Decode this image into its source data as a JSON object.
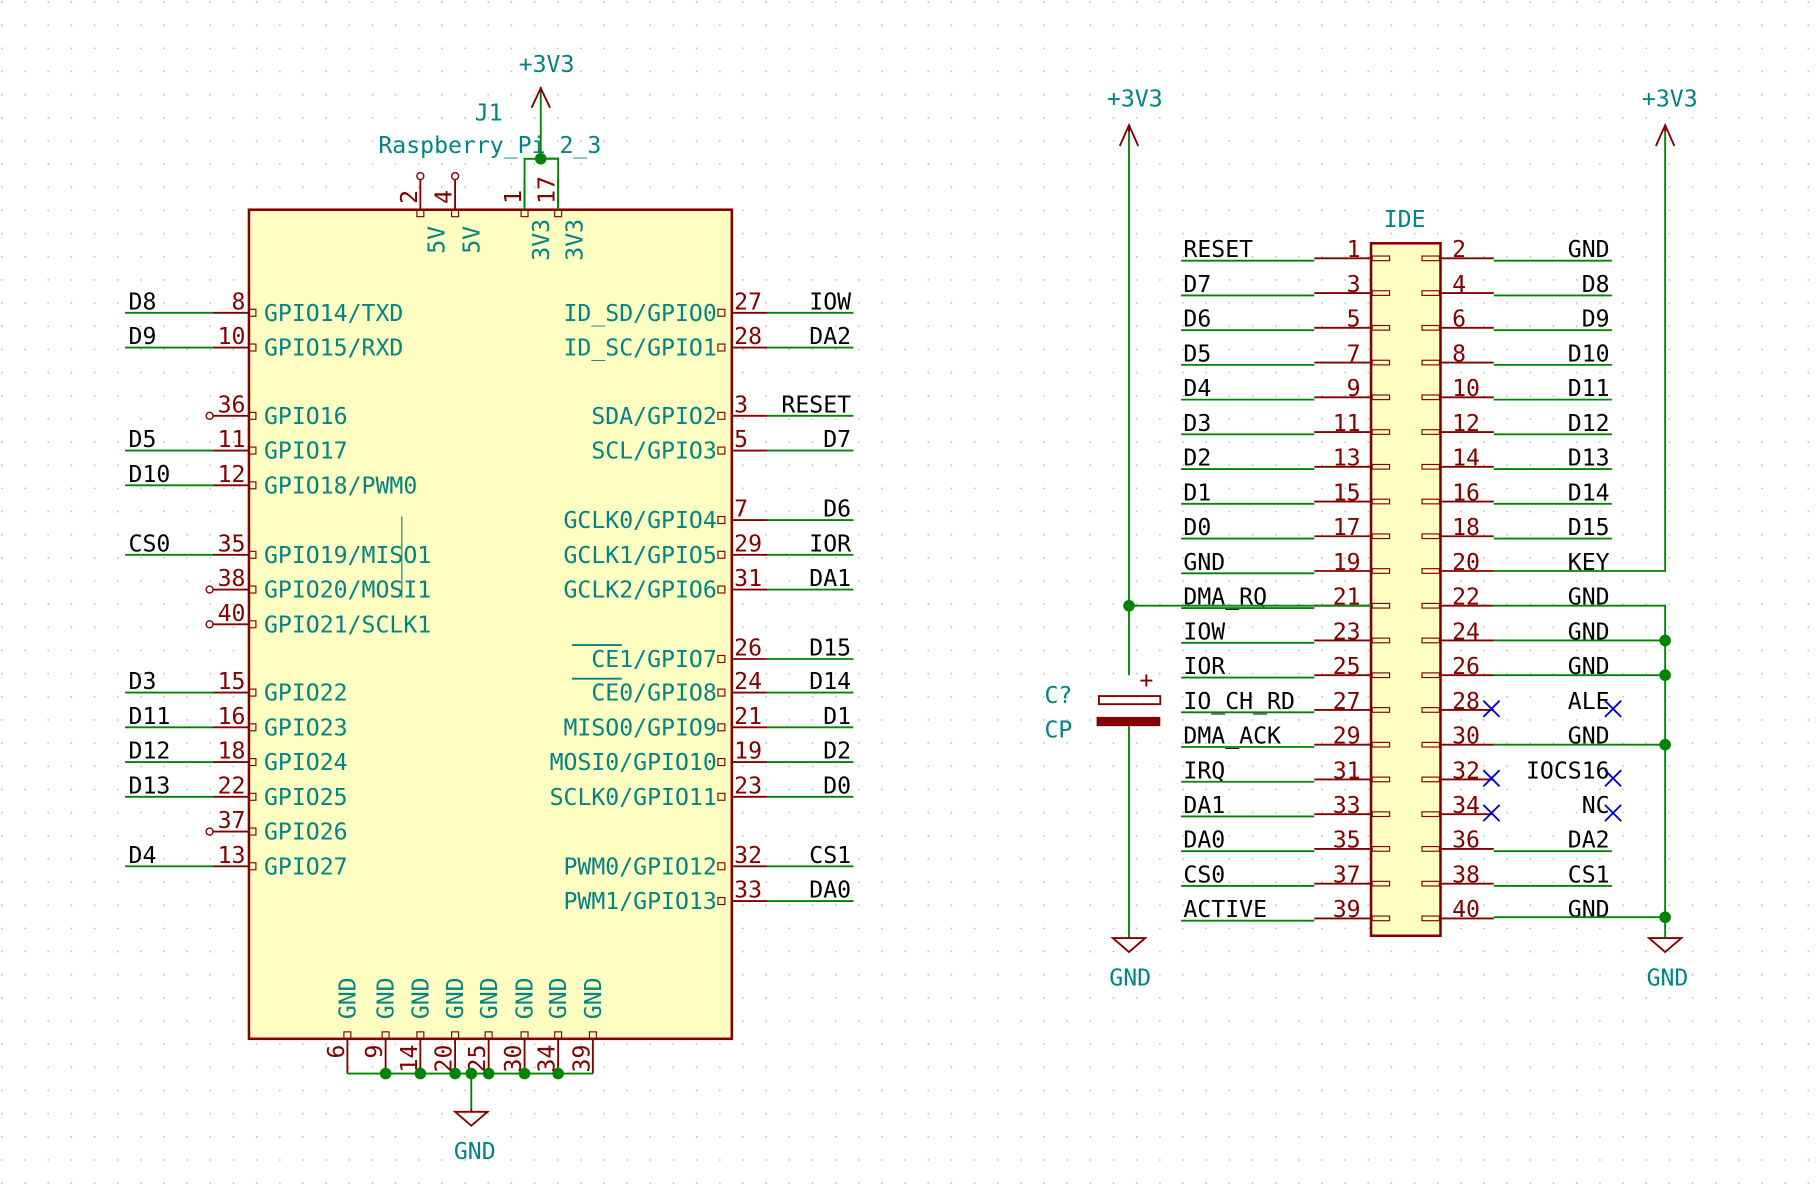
{
  "colors": {
    "background": "#ffffff",
    "grid_dot": "#b8b8b8",
    "symbol_outline": "#840000",
    "symbol_fill": "#ffffc2",
    "wire": "#008400",
    "junction": "#008400",
    "pin_number": "#840000",
    "pin_name": "#008484",
    "power_label": "#008484",
    "net_label": "#000000",
    "no_connect": "#0000c8"
  },
  "rpi": {
    "reference": "J1",
    "value": "Raspberry_Pi_2_3",
    "left_pins": [
      {
        "num": "8",
        "name": "GPIO14/TXD",
        "net": "D8"
      },
      {
        "num": "10",
        "name": "GPIO15/RXD",
        "net": "D9"
      },
      {
        "num": "36",
        "name": "GPIO16",
        "net": ""
      },
      {
        "num": "11",
        "name": "GPIO17",
        "net": "D5"
      },
      {
        "num": "12",
        "name": "GPIO18/PWM0",
        "net": "D10"
      },
      {
        "num": "35",
        "name": "GPIO19/MISO1",
        "net": "CS0"
      },
      {
        "num": "38",
        "name": "GPIO20/MOSI1",
        "net": ""
      },
      {
        "num": "40",
        "name": "GPIO21/SCLK1",
        "net": ""
      },
      {
        "num": "15",
        "name": "GPIO22",
        "net": "D3"
      },
      {
        "num": "16",
        "name": "GPIO23",
        "net": "D11"
      },
      {
        "num": "18",
        "name": "GPIO24",
        "net": "D12"
      },
      {
        "num": "22",
        "name": "GPIO25",
        "net": "D13"
      },
      {
        "num": "37",
        "name": "GPIO26",
        "net": ""
      },
      {
        "num": "13",
        "name": "GPIO27",
        "net": "D4"
      }
    ],
    "right_pins": [
      {
        "num": "27",
        "name": "ID_SD/GPIO0",
        "net": "IOW"
      },
      {
        "num": "28",
        "name": "ID_SC/GPIO1",
        "net": "DA2"
      },
      {
        "num": "3",
        "name": "SDA/GPIO2",
        "net": "RESET"
      },
      {
        "num": "5",
        "name": "SCL/GPIO3",
        "net": "D7"
      },
      {
        "num": "7",
        "name": "GCLK0/GPIO4",
        "net": "D6"
      },
      {
        "num": "29",
        "name": "GCLK1/GPIO5",
        "net": "IOR"
      },
      {
        "num": "31",
        "name": "GCLK2/GPIO6",
        "net": "DA1"
      },
      {
        "num": "26",
        "name": "CE1/GPIO7",
        "net": "D15"
      },
      {
        "num": "24",
        "name": "CE0/GPIO8",
        "net": "D14"
      },
      {
        "num": "21",
        "name": "MISO0/GPIO9",
        "net": "D1"
      },
      {
        "num": "19",
        "name": "MOSI0/GPIO10",
        "net": "D2"
      },
      {
        "num": "23",
        "name": "SCLK0/GPIO11",
        "net": "D0"
      },
      {
        "num": "32",
        "name": "PWM0/GPIO12",
        "net": "CS1"
      },
      {
        "num": "33",
        "name": "PWM1/GPIO13",
        "net": "DA0"
      }
    ],
    "top_pins": [
      {
        "num": "2",
        "name": "5V"
      },
      {
        "num": "4",
        "name": "5V"
      },
      {
        "num": "1",
        "name": "3V3"
      },
      {
        "num": "17",
        "name": "3V3"
      }
    ],
    "bottom_pins": [
      {
        "num": "6",
        "name": "GND"
      },
      {
        "num": "9",
        "name": "GND"
      },
      {
        "num": "14",
        "name": "GND"
      },
      {
        "num": "20",
        "name": "GND"
      },
      {
        "num": "25",
        "name": "GND"
      },
      {
        "num": "30",
        "name": "GND"
      },
      {
        "num": "34",
        "name": "GND"
      },
      {
        "num": "39",
        "name": "GND"
      }
    ]
  },
  "ide": {
    "value": "IDE",
    "rows": [
      {
        "ln": "RESET",
        "lp": "1",
        "rp": "2",
        "rn": "GND"
      },
      {
        "ln": "D7",
        "lp": "3",
        "rp": "4",
        "rn": "D8"
      },
      {
        "ln": "D6",
        "lp": "5",
        "rp": "6",
        "rn": "D9"
      },
      {
        "ln": "D5",
        "lp": "7",
        "rp": "8",
        "rn": "D10"
      },
      {
        "ln": "D4",
        "lp": "9",
        "rp": "10",
        "rn": "D11"
      },
      {
        "ln": "D3",
        "lp": "11",
        "rp": "12",
        "rn": "D12"
      },
      {
        "ln": "D2",
        "lp": "13",
        "rp": "14",
        "rn": "D13"
      },
      {
        "ln": "D1",
        "lp": "15",
        "rp": "16",
        "rn": "D14"
      },
      {
        "ln": "D0",
        "lp": "17",
        "rp": "18",
        "rn": "D15"
      },
      {
        "ln": "GND",
        "lp": "19",
        "rp": "20",
        "rn": "KEY"
      },
      {
        "ln": "DMA_RQ",
        "lp": "21",
        "rp": "22",
        "rn": "GND"
      },
      {
        "ln": "IOW",
        "lp": "23",
        "rp": "24",
        "rn": "GND"
      },
      {
        "ln": "IOR",
        "lp": "25",
        "rp": "26",
        "rn": "GND"
      },
      {
        "ln": "IO_CH_RD",
        "lp": "27",
        "rp": "28",
        "rn": "ALE"
      },
      {
        "ln": "DMA_ACK",
        "lp": "29",
        "rp": "30",
        "rn": "GND"
      },
      {
        "ln": "IRQ",
        "lp": "31",
        "rp": "32",
        "rn": "IOCS16"
      },
      {
        "ln": "DA1",
        "lp": "33",
        "rp": "34",
        "rn": "NC"
      },
      {
        "ln": "DA0",
        "lp": "35",
        "rp": "36",
        "rn": "DA2"
      },
      {
        "ln": "CS0",
        "lp": "37",
        "rp": "38",
        "rn": "CS1"
      },
      {
        "ln": "ACTIVE",
        "lp": "39",
        "rp": "40",
        "rn": "GND"
      }
    ]
  },
  "capacitor": {
    "reference": "C?",
    "value": "CP",
    "polarity": "+"
  },
  "power": {
    "vcc": "+3V3",
    "gnd": "GND"
  }
}
